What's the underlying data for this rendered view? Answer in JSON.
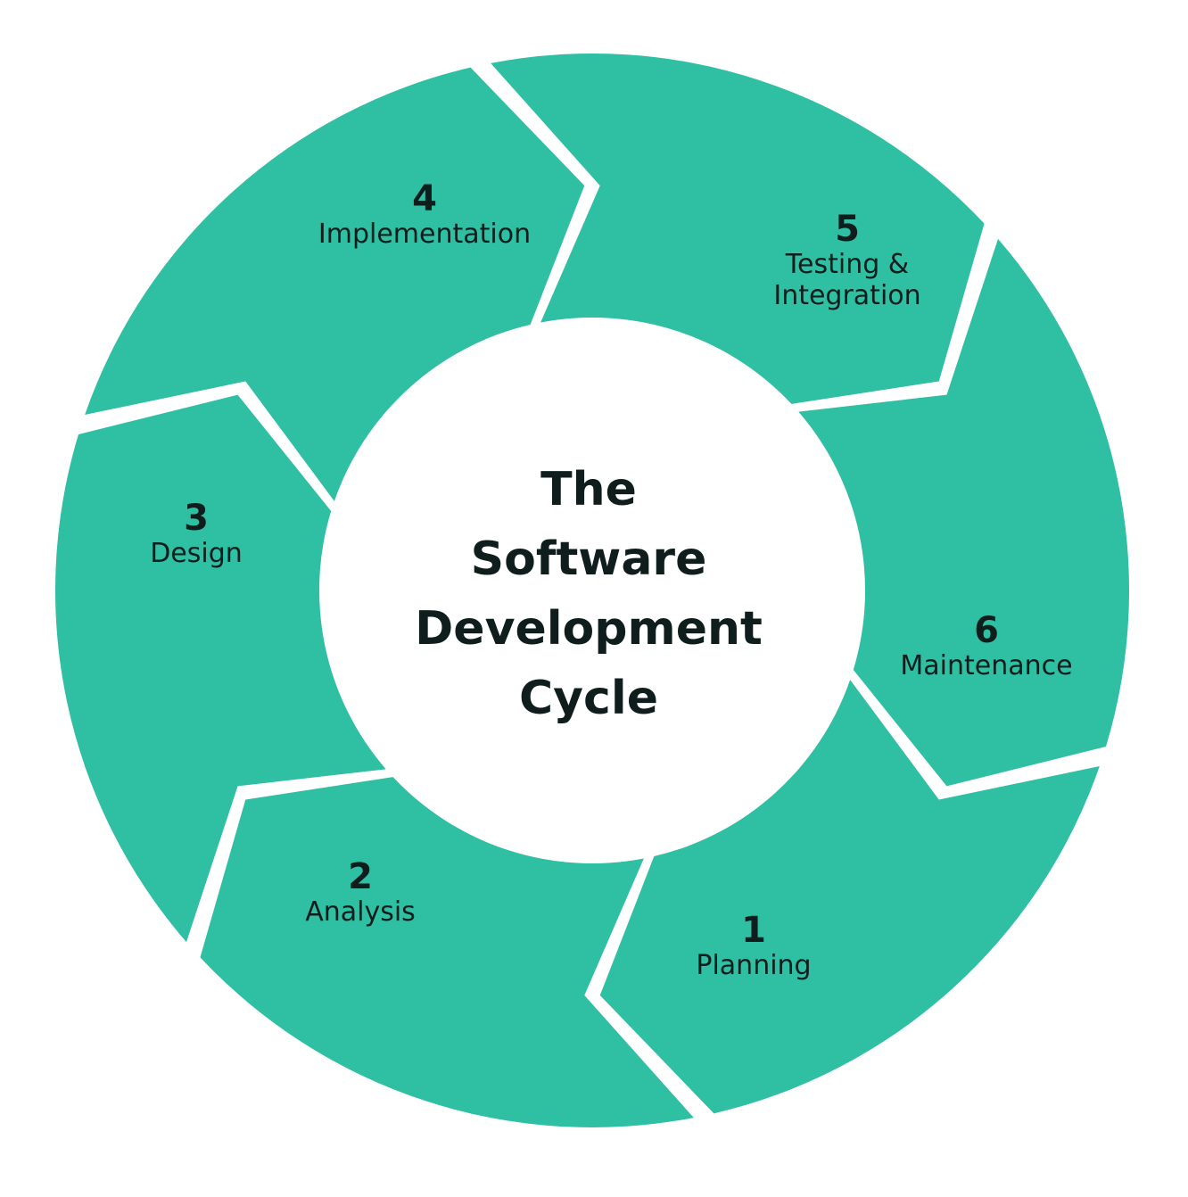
{
  "title": {
    "lines": [
      "The",
      "Software",
      "Development",
      "Cycle"
    ]
  },
  "colors": {
    "segment": "#2fbfa3",
    "text": "#0f1e1c",
    "background": "#ffffff"
  },
  "steps": [
    {
      "number": "1",
      "label": [
        "Planning"
      ]
    },
    {
      "number": "2",
      "label": [
        "Analysis"
      ]
    },
    {
      "number": "3",
      "label": [
        "Design"
      ]
    },
    {
      "number": "4",
      "label": [
        "Implementation"
      ]
    },
    {
      "number": "5",
      "label": [
        "Testing &",
        "Integration"
      ]
    },
    {
      "number": "6",
      "label": [
        "Maintenance"
      ]
    }
  ]
}
